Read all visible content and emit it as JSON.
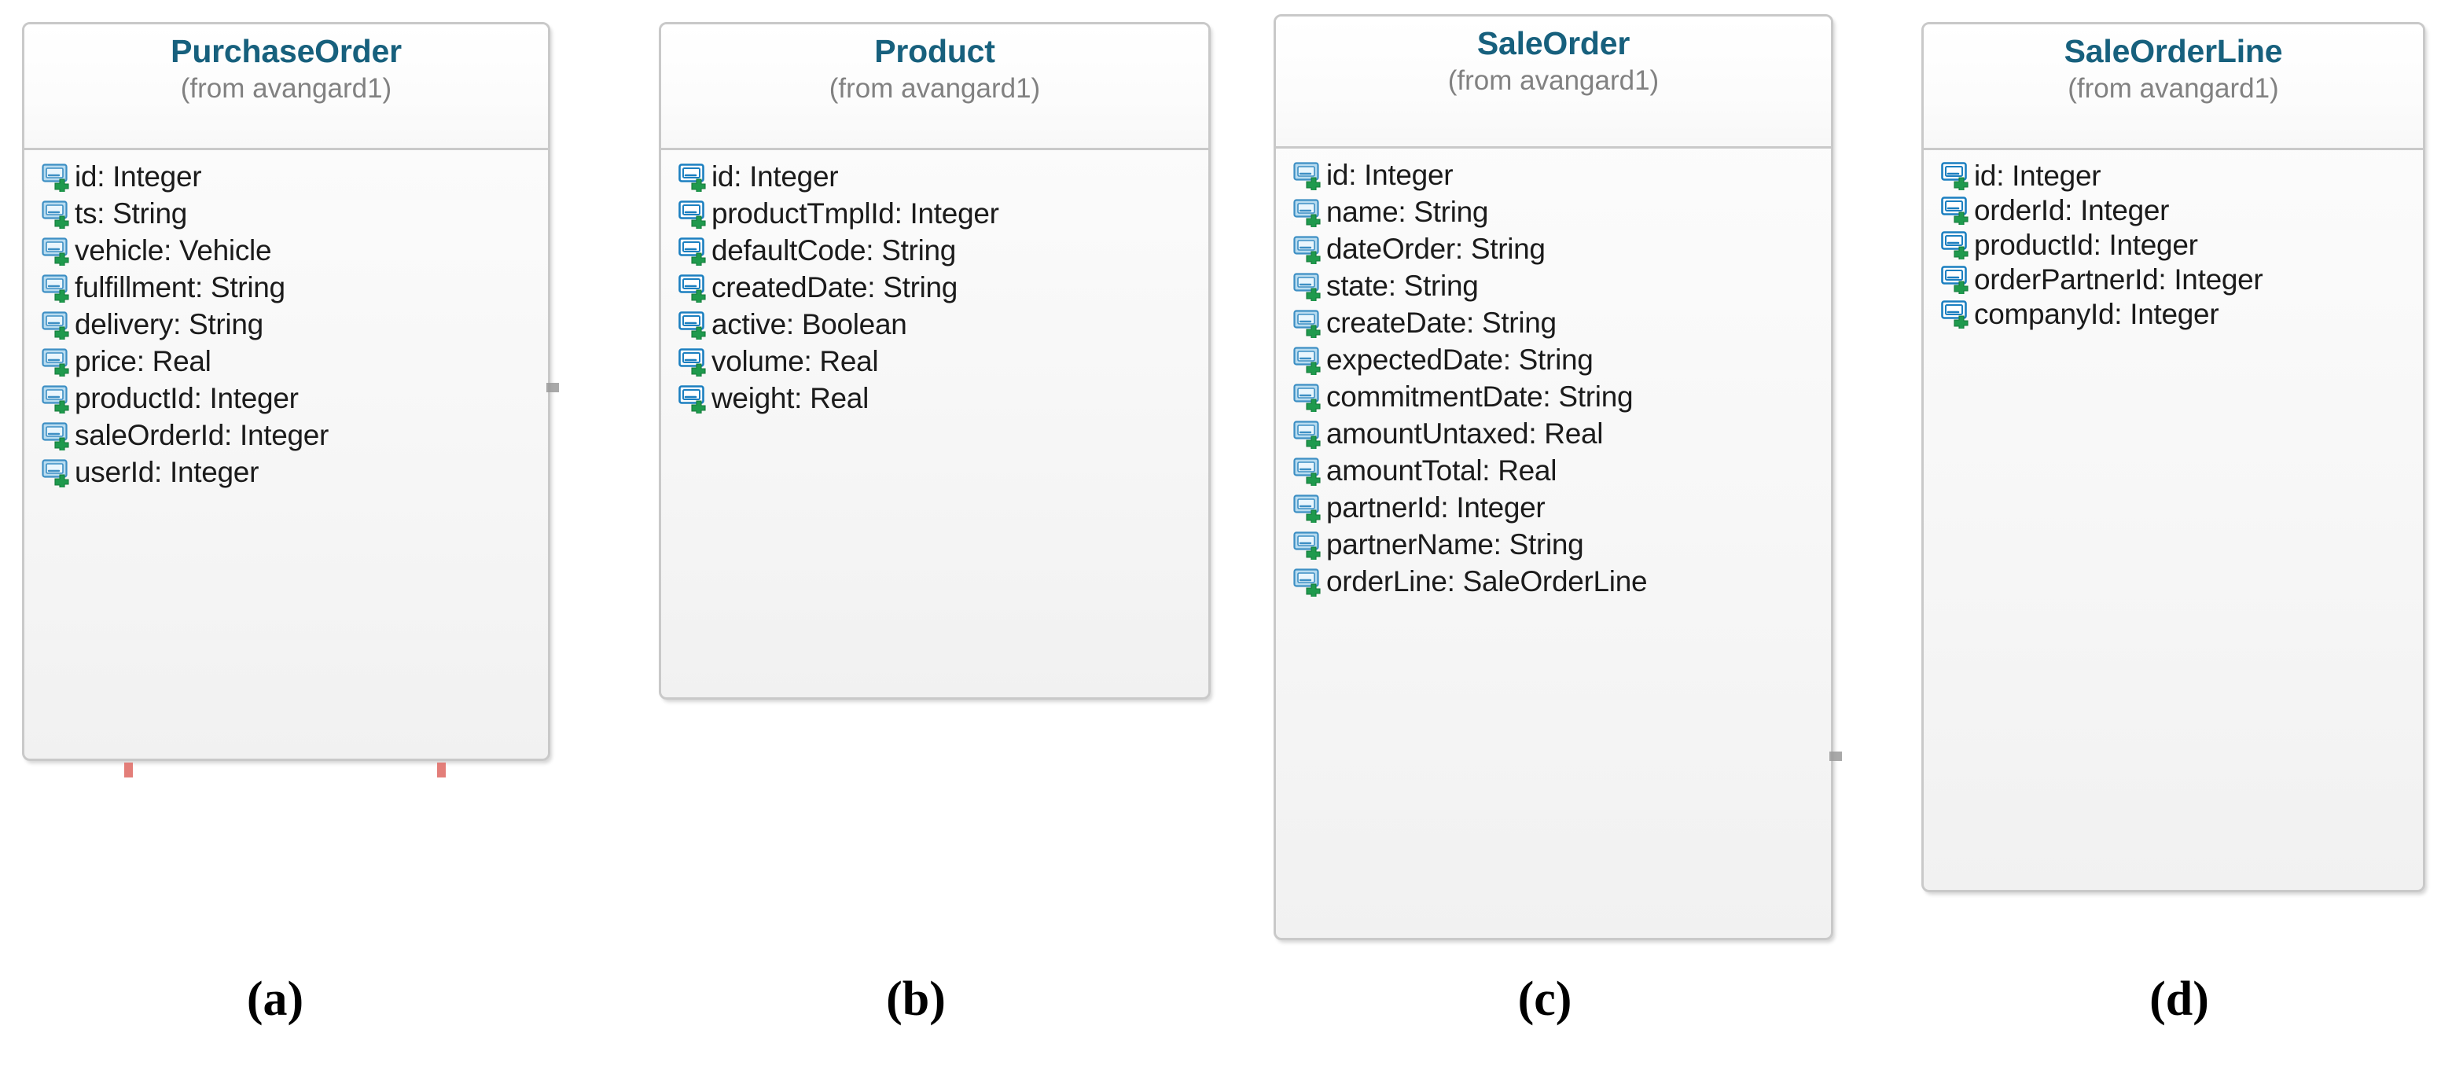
{
  "figure": {
    "kind": "uml-class-diagram",
    "package_note": "(from avangard1)",
    "colors": {
      "class_title": "#17607d",
      "class_subtitle": "#818181",
      "attribute_text": "#1b1b1b",
      "box_border": "#c9c9c9",
      "box_fill": "#f5f5f5",
      "attribute_icon_blue": "#3d8fc4",
      "attribute_icon_green": "#1f9a4d",
      "tick_mark_red": "#e0706a",
      "caption_text": "#000000"
    }
  },
  "classes": [
    {
      "id": "purchase-order",
      "name": "PurchaseOrder",
      "package": "(from avangard1)",
      "caption": "(a)",
      "attributes": [
        {
          "name": "id",
          "type": "Integer",
          "label": "id: Integer",
          "visibility": "public"
        },
        {
          "name": "ts",
          "type": "String",
          "label": "ts: String",
          "visibility": "public"
        },
        {
          "name": "vehicle",
          "type": "Vehicle",
          "label": "vehicle: Vehicle",
          "visibility": "public"
        },
        {
          "name": "fulfillment",
          "type": "String",
          "label": "fulfillment: String",
          "visibility": "public"
        },
        {
          "name": "delivery",
          "type": "String",
          "label": "delivery: String",
          "visibility": "public"
        },
        {
          "name": "price",
          "type": "Real",
          "label": "price: Real",
          "visibility": "public"
        },
        {
          "name": "productId",
          "type": "Integer",
          "label": "productId: Integer",
          "visibility": "public"
        },
        {
          "name": "saleOrderId",
          "type": "Integer",
          "label": "saleOrderId: Integer",
          "visibility": "public"
        },
        {
          "name": "userId",
          "type": "Integer",
          "label": "userId: Integer",
          "visibility": "public"
        }
      ]
    },
    {
      "id": "product",
      "name": "Product",
      "package": "(from avangard1)",
      "caption": "(b)",
      "attributes": [
        {
          "name": "id",
          "type": "Integer",
          "label": "id: Integer",
          "visibility": "public"
        },
        {
          "name": "productTmplId",
          "type": "Integer",
          "label": "productTmplId: Integer",
          "visibility": "public"
        },
        {
          "name": "defaultCode",
          "type": "String",
          "label": "defaultCode: String",
          "visibility": "public"
        },
        {
          "name": "createdDate",
          "type": "String",
          "label": "createdDate: String",
          "visibility": "public"
        },
        {
          "name": "active",
          "type": "Boolean",
          "label": "active: Boolean",
          "visibility": "public"
        },
        {
          "name": "volume",
          "type": "Real",
          "label": "volume: Real",
          "visibility": "public"
        },
        {
          "name": "weight",
          "type": "Real",
          "label": "weight: Real",
          "visibility": "public"
        }
      ]
    },
    {
      "id": "sale-order",
      "name": "SaleOrder",
      "package": "(from avangard1)",
      "caption": "(c)",
      "attributes": [
        {
          "name": "id",
          "type": "Integer",
          "label": "id: Integer",
          "visibility": "public"
        },
        {
          "name": "name",
          "type": "String",
          "label": "name: String",
          "visibility": "public"
        },
        {
          "name": "dateOrder",
          "type": "String",
          "label": "dateOrder: String",
          "visibility": "public"
        },
        {
          "name": "state",
          "type": "String",
          "label": "state: String",
          "visibility": "public"
        },
        {
          "name": "createDate",
          "type": "String",
          "label": "createDate: String",
          "visibility": "public"
        },
        {
          "name": "expectedDate",
          "type": "String",
          "label": "expectedDate: String",
          "visibility": "public"
        },
        {
          "name": "commitmentDate",
          "type": "String",
          "label": "commitmentDate: String",
          "visibility": "public"
        },
        {
          "name": "amountUntaxed",
          "type": "Real",
          "label": "amountUntaxed: Real",
          "visibility": "public"
        },
        {
          "name": "amountTotal",
          "type": "Real",
          "label": "amountTotal: Real",
          "visibility": "public"
        },
        {
          "name": "partnerId",
          "type": "Integer",
          "label": "partnerId: Integer",
          "visibility": "public"
        },
        {
          "name": "partnerName",
          "type": "String",
          "label": "partnerName: String",
          "visibility": "public"
        },
        {
          "name": "orderLine",
          "type": "SaleOrderLine",
          "label": "orderLine: SaleOrderLine",
          "visibility": "public"
        }
      ]
    },
    {
      "id": "sale-order-line",
      "name": "SaleOrderLine",
      "package": "(from avangard1)",
      "caption": "(d)",
      "attributes": [
        {
          "name": "id",
          "type": "Integer",
          "label": "id: Integer",
          "visibility": "public"
        },
        {
          "name": "orderId",
          "type": "Integer",
          "label": "orderId: Integer",
          "visibility": "public"
        },
        {
          "name": "productId",
          "type": "Integer",
          "label": "productId: Integer",
          "visibility": "public"
        },
        {
          "name": "orderPartnerId",
          "type": "Integer",
          "label": "orderPartnerId: Integer",
          "visibility": "public"
        },
        {
          "name": "companyId",
          "type": "Integer",
          "label": "companyId: Integer",
          "visibility": "public"
        }
      ]
    }
  ]
}
